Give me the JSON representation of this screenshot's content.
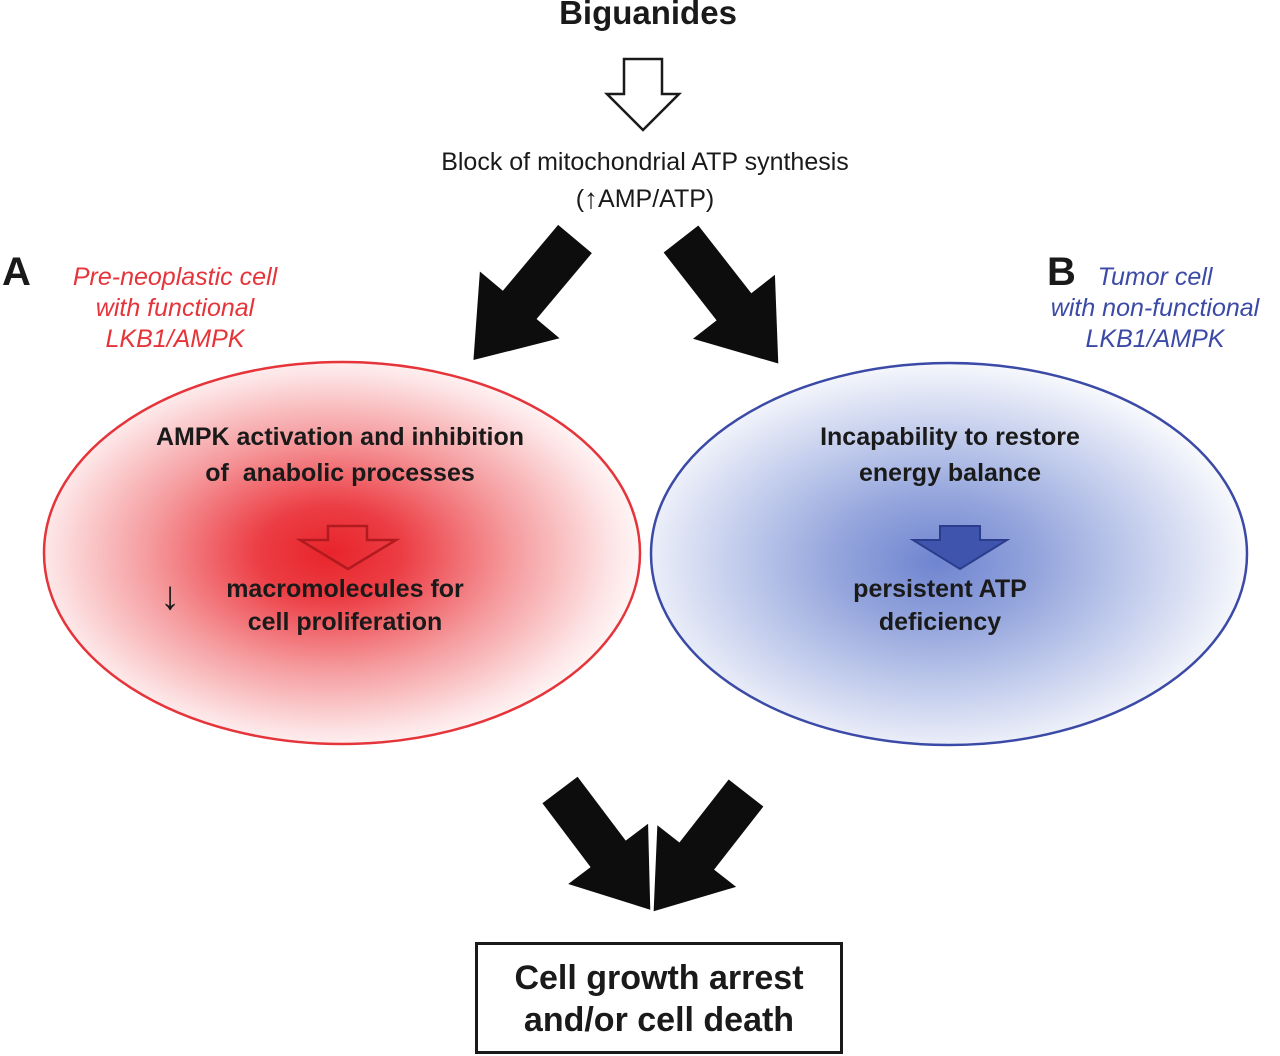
{
  "title": "Biguanides",
  "step": {
    "line1": "Block of mitochondrial ATP synthesis",
    "line2_open": "(",
    "line2_arrow": "↑",
    "line2_text": "AMP/ATP)"
  },
  "panel_a": {
    "letter": "A",
    "desc_line1": "Pre-neoplastic cell",
    "desc_line2": "with functional",
    "desc_line3": "LKB1/AMPK",
    "head_line1": "AMPK activation and inhibition",
    "head_line2": "of  anabolic processes",
    "decrease_arrow": "↓",
    "result_line1": "macromolecules for",
    "result_line2": "cell proliferation",
    "color": "#e5343a"
  },
  "panel_b": {
    "letter": "B",
    "desc_line1": "Tumor cell",
    "desc_line2": "with non-functional",
    "desc_line3": "LKB1/AMPK",
    "head_line1": "Incapability to restore",
    "head_line2": "energy balance",
    "result_line1": "persistent ATP",
    "result_line2": "deficiency",
    "color": "#3b4aa6"
  },
  "outcome": {
    "line1": "Cell growth arrest",
    "line2": "and/or cell death"
  }
}
